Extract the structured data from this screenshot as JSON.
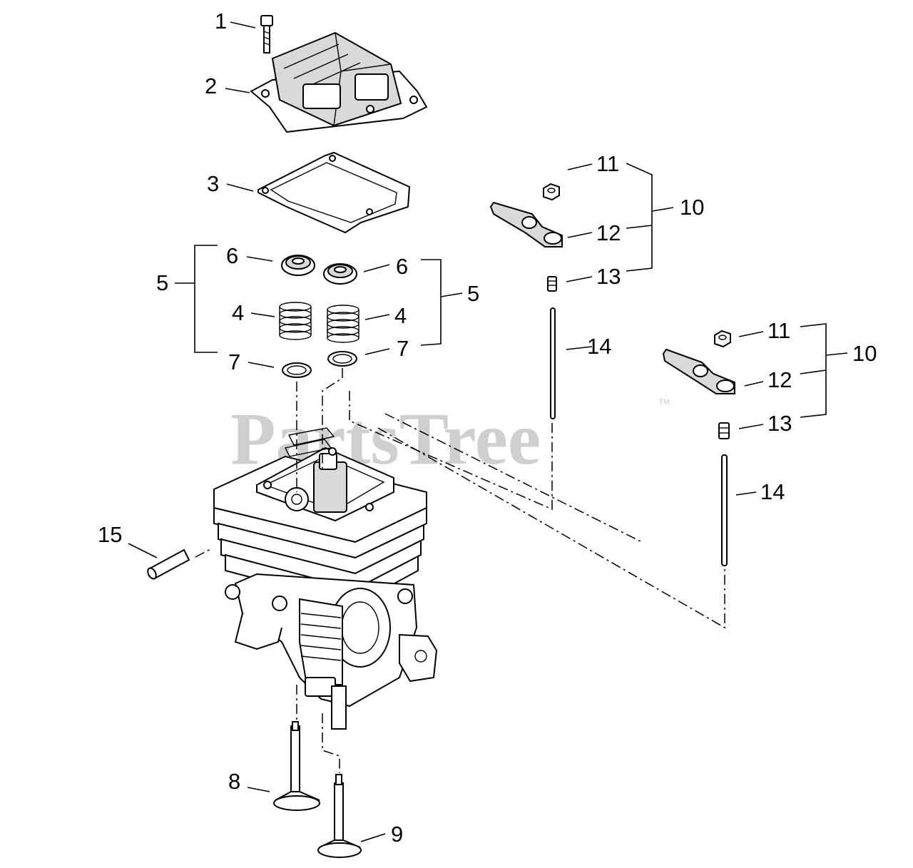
{
  "watermark": {
    "text": "PartsTree",
    "trademark": "™"
  },
  "callouts": [
    {
      "id": "c1",
      "label": "1"
    },
    {
      "id": "c2",
      "label": "2"
    },
    {
      "id": "c3",
      "label": "3"
    },
    {
      "id": "c4a",
      "label": "4"
    },
    {
      "id": "c4b",
      "label": "4"
    },
    {
      "id": "c5a",
      "label": "5"
    },
    {
      "id": "c5b",
      "label": "5"
    },
    {
      "id": "c6a",
      "label": "6"
    },
    {
      "id": "c6b",
      "label": "6"
    },
    {
      "id": "c7a",
      "label": "7"
    },
    {
      "id": "c7b",
      "label": "7"
    },
    {
      "id": "c8",
      "label": "8"
    },
    {
      "id": "c9",
      "label": "9"
    },
    {
      "id": "c10a",
      "label": "10"
    },
    {
      "id": "c10b",
      "label": "10"
    },
    {
      "id": "c11a",
      "label": "11"
    },
    {
      "id": "c11b",
      "label": "11"
    },
    {
      "id": "c12a",
      "label": "12"
    },
    {
      "id": "c12b",
      "label": "12"
    },
    {
      "id": "c13a",
      "label": "13"
    },
    {
      "id": "c13b",
      "label": "13"
    },
    {
      "id": "c14a",
      "label": "14"
    },
    {
      "id": "c14b",
      "label": "14"
    },
    {
      "id": "c15",
      "label": "15"
    }
  ]
}
